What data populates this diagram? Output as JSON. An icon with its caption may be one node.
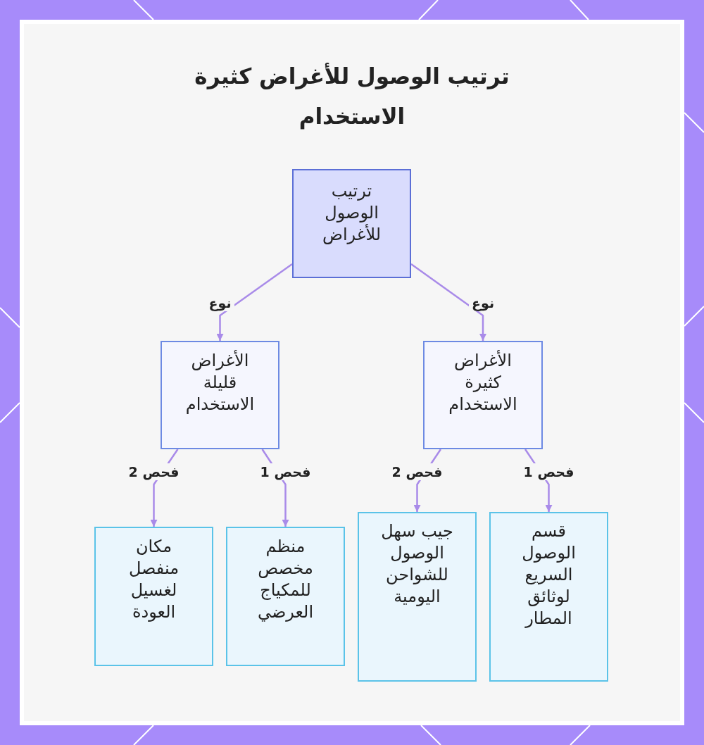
{
  "diagram": {
    "title": "ترتيب الوصول للأغراض كثيرة الاستخدام",
    "nodes": [
      {
        "text": [
          "ترتيب الوصول للأغراض"
        ]
      },
      {
        "text": [
          "الأغراض كثيرة الاستخدام"
        ]
      },
      {
        "text": [
          "الأغراض قليلة الاستخدام"
        ]
      },
      {
        "text": [
          "قسم الوصول السريع لوثائق المطار"
        ]
      },
      {
        "text": [
          "جيب سهل الوصول للشواحن اليومية"
        ]
      },
      {
        "text": [
          "منظم مخصص للمكياج العرضي"
        ]
      },
      {
        "text": [
          "مكان منفصل لغسيل العودة"
        ]
      }
    ],
    "edges": [
      {
        "from": 0,
        "to": 1,
        "arrow": "to",
        "label": "نوع"
      },
      {
        "from": 0,
        "to": 2,
        "arrow": "to",
        "label": "نوع"
      },
      {
        "from": 1,
        "to": 3,
        "arrow": "to",
        "label": "فحص 1"
      },
      {
        "from": 1,
        "to": 4,
        "arrow": "to",
        "label": "فحص 2"
      },
      {
        "from": 2,
        "to": 5,
        "arrow": "to",
        "label": "فحص 1"
      },
      {
        "from": 2,
        "to": 6,
        "arrow": "to",
        "label": "فحص 2"
      }
    ]
  }
}
